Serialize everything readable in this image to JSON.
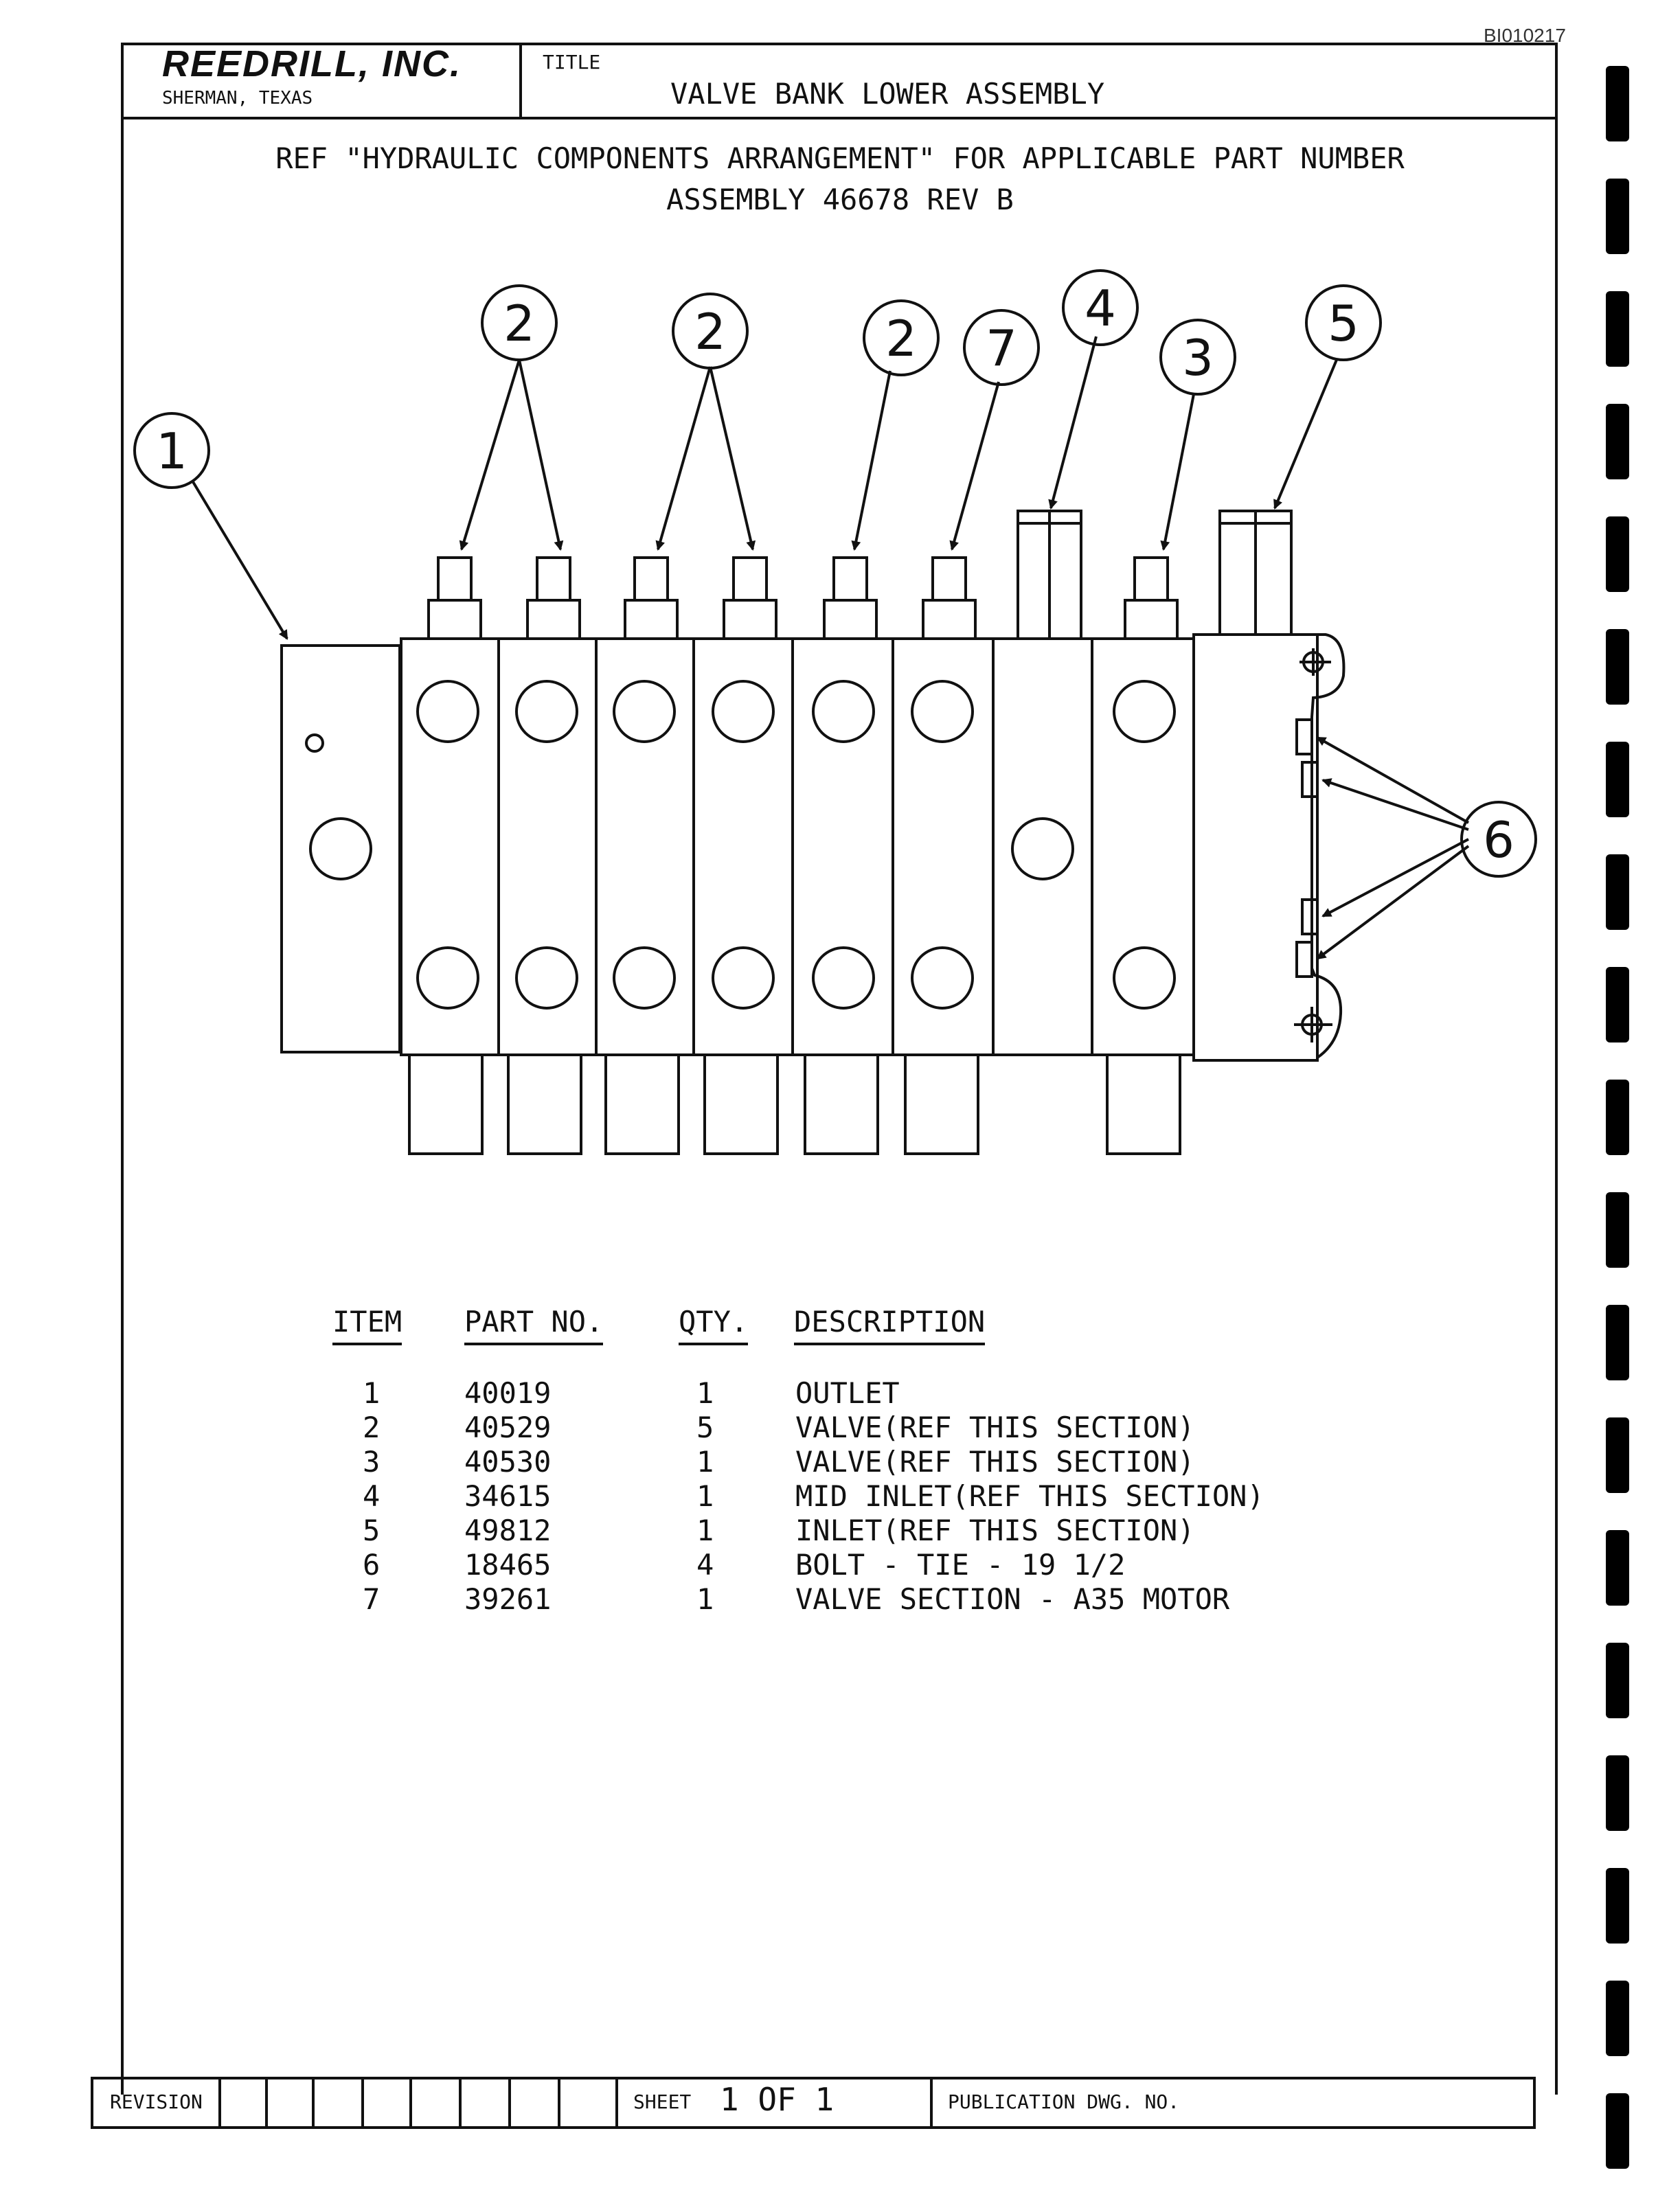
{
  "doc_id": "BI010217",
  "title_block": {
    "company": "REEDRILL, INC.",
    "city": "SHERMAN, TEXAS",
    "title_label": "TITLE",
    "title": "VALVE BANK LOWER ASSEMBLY"
  },
  "reference": {
    "line1": "REF \"HYDRAULIC COMPONENTS ARRANGEMENT\" FOR APPLICABLE PART NUMBER",
    "line2": "ASSEMBLY 46678  REV B"
  },
  "callouts": [
    "1",
    "2",
    "2",
    "2",
    "7",
    "4",
    "3",
    "5",
    "6"
  ],
  "parts_table": {
    "headers": {
      "item": "ITEM",
      "part_no": "PART NO.",
      "qty": "QTY.",
      "description": "DESCRIPTION"
    },
    "rows": [
      {
        "item": "1",
        "part_no": "40019",
        "qty": "1",
        "description": "OUTLET"
      },
      {
        "item": "2",
        "part_no": "40529",
        "qty": "5",
        "description": "VALVE(REF THIS SECTION)"
      },
      {
        "item": "3",
        "part_no": "40530",
        "qty": "1",
        "description": "VALVE(REF THIS SECTION)"
      },
      {
        "item": "4",
        "part_no": "34615",
        "qty": "1",
        "description": "MID INLET(REF THIS SECTION)"
      },
      {
        "item": "5",
        "part_no": "49812",
        "qty": "1",
        "description": "INLET(REF THIS SECTION)"
      },
      {
        "item": "6",
        "part_no": "18465",
        "qty": "4",
        "description": "BOLT - TIE - 19 1/2"
      },
      {
        "item": "7",
        "part_no": "39261",
        "qty": "1",
        "description": "VALVE SECTION - A35 MOTOR"
      }
    ]
  },
  "bottom_block": {
    "revision_label": "REVISION",
    "sheet_label": "SHEET",
    "sheet_value": "1 OF 1",
    "publication_label": "PUBLICATION DWG. NO."
  }
}
